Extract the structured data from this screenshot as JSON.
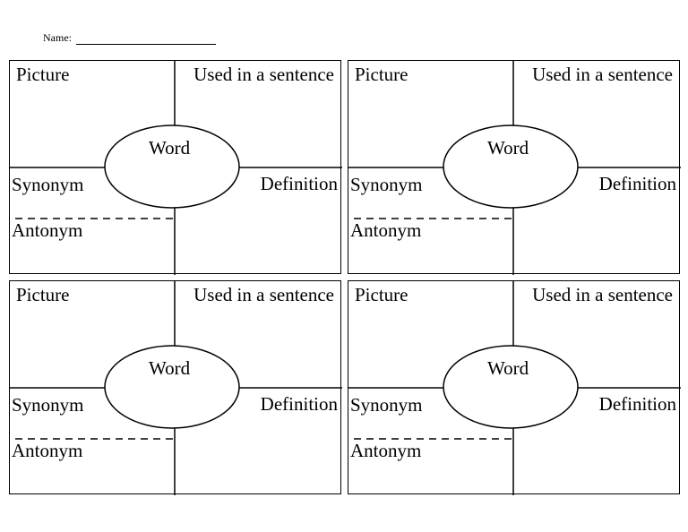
{
  "header": {
    "name_label": "Name:"
  },
  "cards": [
    {
      "picture": "Picture",
      "used_in_sentence": "Used in a sentence",
      "word": "Word",
      "synonym": "Synonym",
      "definition": "Definition",
      "antonym": "Antonym"
    },
    {
      "picture": "Picture",
      "used_in_sentence": "Used in a sentence",
      "word": "Word",
      "synonym": "Synonym",
      "definition": "Definition",
      "antonym": "Antonym"
    },
    {
      "picture": "Picture",
      "used_in_sentence": "Used in a sentence",
      "word": "Word",
      "synonym": "Synonym",
      "definition": "Definition",
      "antonym": "Antonym"
    },
    {
      "picture": "Picture",
      "used_in_sentence": "Used in a sentence",
      "word": "Word",
      "synonym": "Synonym",
      "definition": "Definition",
      "antonym": "Antonym"
    }
  ]
}
